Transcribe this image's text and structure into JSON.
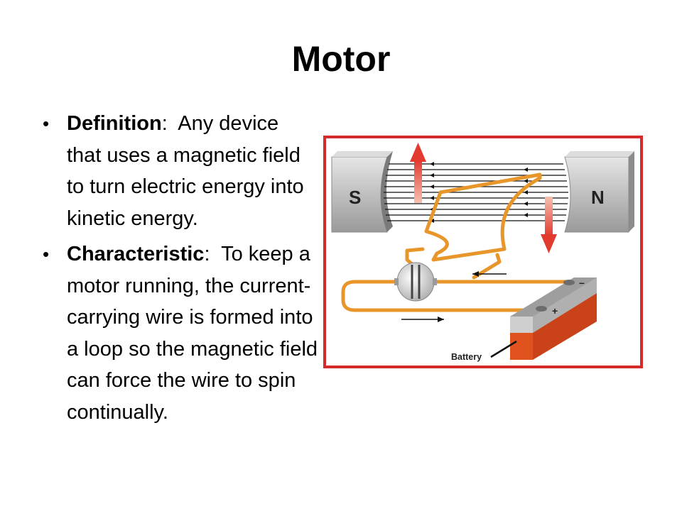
{
  "slide": {
    "title": "Motor",
    "bullets": [
      {
        "term": "Definition",
        "sep": ":",
        "text": "  Any device that uses a magnetic field to turn electric energy into kinetic energy."
      },
      {
        "term": "Characteristic",
        "sep": ":",
        "text": "  To keep a motor running, the current-carrying wire is formed into a loop so the magnetic field can force the wire to spin continually."
      }
    ]
  },
  "diagram": {
    "south_pole_label": "S",
    "north_pole_label": "N",
    "battery_label": "Battery",
    "positive_label": "+",
    "negative_label": "–",
    "colors": {
      "frame": "#d42a2a",
      "wire": "#e8952a",
      "force_arrow": "#e23a2f",
      "battery_top": "#9e9e9e",
      "battery_body": "#e0531e",
      "magnet": "#c9c9c9"
    }
  }
}
